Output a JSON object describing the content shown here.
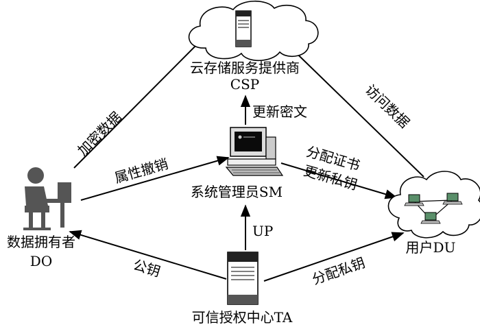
{
  "nodes": {
    "csp": {
      "name": "云存储服务提供商",
      "abbr": "CSP",
      "icon": "server-tower-icon"
    },
    "sm": {
      "name": "系统管理员SM",
      "icon": "desktop-computer-icon"
    },
    "do": {
      "name": "数据拥有者",
      "abbr": "DO",
      "icon": "person-at-computer-icon"
    },
    "du": {
      "name": "用户DU",
      "icon": "networked-laptops-icon"
    },
    "ta": {
      "name": "可信授权中心TA",
      "icon": "server-tower-icon"
    }
  },
  "edges": {
    "do_to_csp": "加密数据",
    "du_to_csp": "访问数据",
    "sm_to_csp": "更新密文",
    "do_to_sm": "属性撤销",
    "sm_to_du_1": "分配证书",
    "sm_to_du_2": "更新私钥",
    "ta_to_sm": "UP",
    "ta_to_do": "公钥",
    "ta_to_du": "分配私钥"
  },
  "colors": {
    "line": "#000000",
    "cloud_fill": "#ffffff",
    "person": "#555555"
  }
}
